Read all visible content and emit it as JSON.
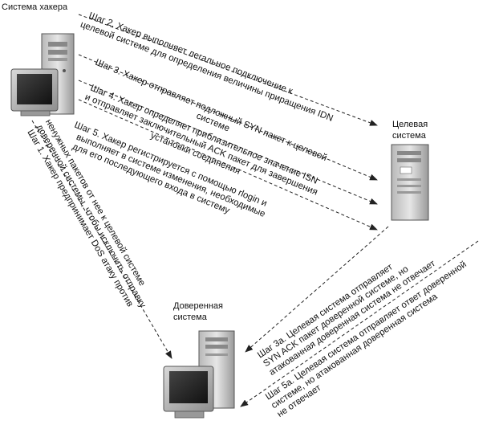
{
  "nodes": {
    "hacker": "Система хакера",
    "target": [
      "Целевая",
      "система"
    ],
    "trusted": [
      "Доверенная",
      "система"
    ]
  },
  "steps": {
    "step1": [
      "Шаг 1. Хакер предпринимает DoS атаку против",
      "доверенной системы, чтобы исключить отправку",
      "ненужных пакетов от нее к целевой системе"
    ],
    "step2": [
      "Шаг 2. Хакер выполняет легальное подключение к",
      "целевой системе для определения величины приращения IDN"
    ],
    "step3": [
      "Шаг 3. Хакер отправляет подложный SYN пакет к целевой",
      "системе"
    ],
    "step4": [
      "Шаг 4. Хакер определяет приблизительное значение ISN",
      "и отправляет заключительный ACK пакет для завершения",
      "установки соединения"
    ],
    "step5": [
      "Шаг 5. Хакер регистрируется с помощью rlogin и",
      "выполняет в системе изменения, необходимые",
      "для его последующего входа в систему"
    ],
    "step3a": [
      "Шаг 3a. Целевая система отправляет",
      "SYN ACK пакет доверенной системе, но",
      "атакованная доверенная система не отвечает"
    ],
    "step5a": [
      "Шаг 5a. Целевая система отправляет ответ доверенной",
      "системе, но атакованная доверенная система",
      "не отвечает"
    ]
  }
}
